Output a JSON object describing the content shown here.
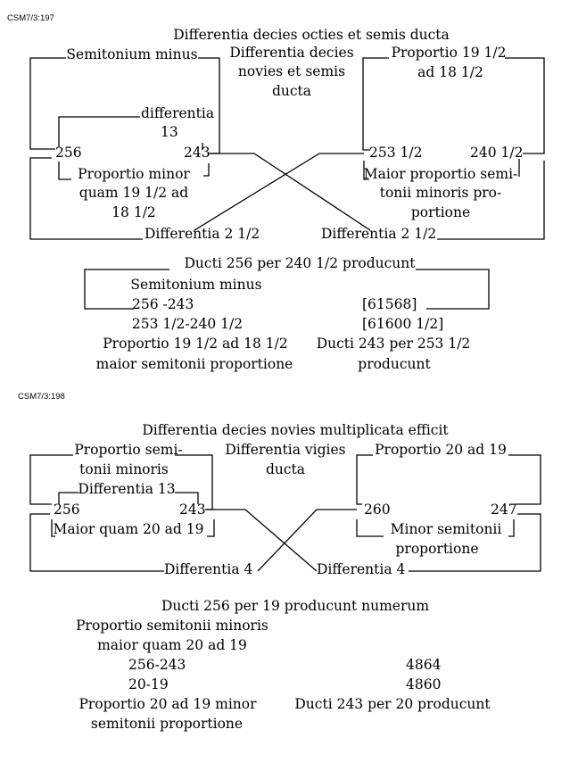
{
  "figure1": {
    "ref": "CSM7/3:197",
    "title": "Differentia decies octies et semis ducta",
    "left_top": "Semitonium minus",
    "center": [
      "Differentia decies",
      "novies et semis",
      "ducta"
    ],
    "right_top": [
      "Proportio 19 1/2",
      "ad 18 1/2"
    ],
    "left_diff": [
      "differentia",
      "13"
    ],
    "n256": "256",
    "n243": "243",
    "n253": "253 1/2",
    "n240": "240 1/2",
    "left_inner": [
      "Proportio minor",
      "quam 19 1/2 ad",
      "18 1/2"
    ],
    "right_inner": [
      "Maior proportio semi-",
      "tonii minoris pro-",
      "portione"
    ],
    "bottom_left": "Differentia 2 1/2",
    "bottom_right": "Differentia 2 1/2",
    "calc_title": "Ducti 256 per 240 1/2 producunt",
    "calc_sub": "Semitonium minus",
    "calc_row1_left": "256    -243",
    "calc_row1_right": "[61568]",
    "calc_row2_left": "253 1/2-240 1/2",
    "calc_row2_right": "[61600 1/2]",
    "calc_row3_left": "Proportio 19 1/2 ad 18 1/2",
    "calc_row3_right": "Ducti 243 per 253 1/2",
    "calc_row4_left": "maior semitonii proportione",
    "calc_row4_right": "producunt"
  },
  "figure2": {
    "ref": "CSM7/3:198",
    "title": "Differentia decies novies multiplicata efficit",
    "left_top": [
      "Proportio semi-",
      "tonii minoris"
    ],
    "center": [
      "Differentia vigies",
      "ducta"
    ],
    "right_top": "Proportio 20 ad 19",
    "left_diff": "Differentia 13",
    "n256": "256",
    "n243": "243",
    "n260": "260",
    "n247": "247",
    "left_inner": "Maior quam 20 ad 19",
    "right_inner": [
      "Minor semitonii",
      "proportione"
    ],
    "bottom_left": "Differentia 4",
    "bottom_right": "Differentia 4",
    "calc_title": "Ducti 256 per 19 producunt numerum",
    "calc_sub1": "Proportio semitonii minoris",
    "calc_sub2": "maior quam 20 ad 19",
    "calc_row1_left": "256-243",
    "calc_row1_right": "4864",
    "calc_row2_left": "20-19",
    "calc_row2_right": "4860",
    "calc_row3_left": "Proportio 20 ad 19 minor",
    "calc_row3_right": "Ducti 243 per 20 producunt",
    "calc_row4_left": "semitonii proportione"
  }
}
